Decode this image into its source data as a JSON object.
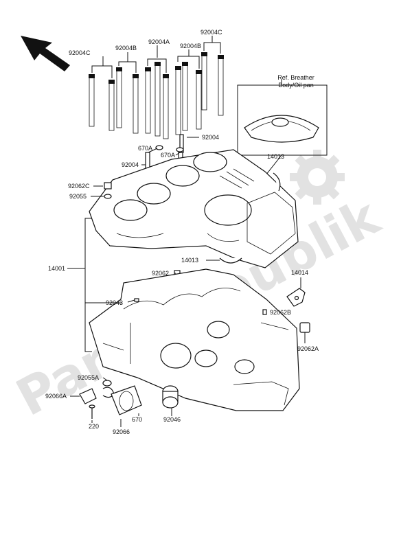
{
  "diagram": {
    "watermark": "PartsRepublik",
    "note_breather": [
      "Ref. Breather",
      "Body/Oil pan"
    ],
    "labels": {
      "l_92004c_a": "92004C",
      "l_92004b_a": "92004B",
      "l_92004a": "92004A",
      "l_92004b_b": "92004B",
      "l_92004c_b": "92004C",
      "l_92004_a": "92004",
      "l_670a_a": "670A",
      "l_670a_b": "670A",
      "l_92004_b": "92004",
      "l_14013_a": "14013",
      "l_92062c": "92062C",
      "l_92055": "92055",
      "l_14013_b": "14013",
      "l_14001": "14001",
      "l_92062": "92062",
      "l_14014": "14014",
      "l_92043": "92043",
      "l_92062b": "92062B",
      "l_92062a": "92062A",
      "l_92055a": "92055A",
      "l_92066a": "92066A",
      "l_670": "670",
      "l_92046": "92046",
      "l_220": "220",
      "l_92066": "92066"
    }
  }
}
